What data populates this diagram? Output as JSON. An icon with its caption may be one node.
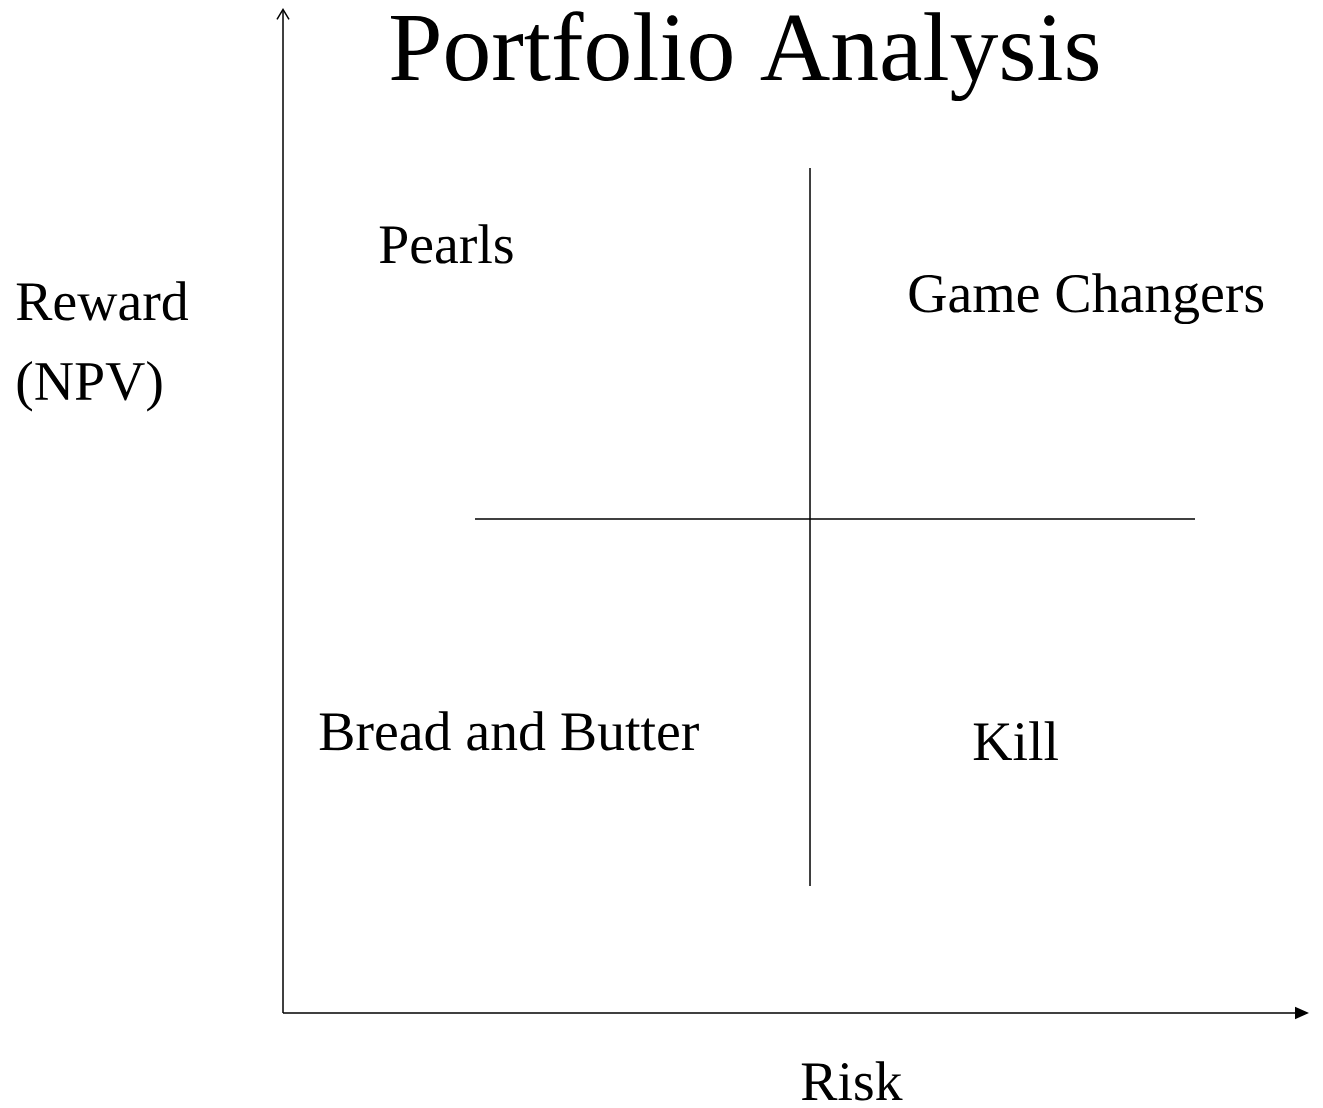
{
  "diagram": {
    "title": "Portfolio Analysis",
    "labels": [
      "Pearls",
      "Game Changers",
      "Reward (NPV)",
      "Bread and Butter",
      "Kill",
      "Risk"
    ]
  }
}
